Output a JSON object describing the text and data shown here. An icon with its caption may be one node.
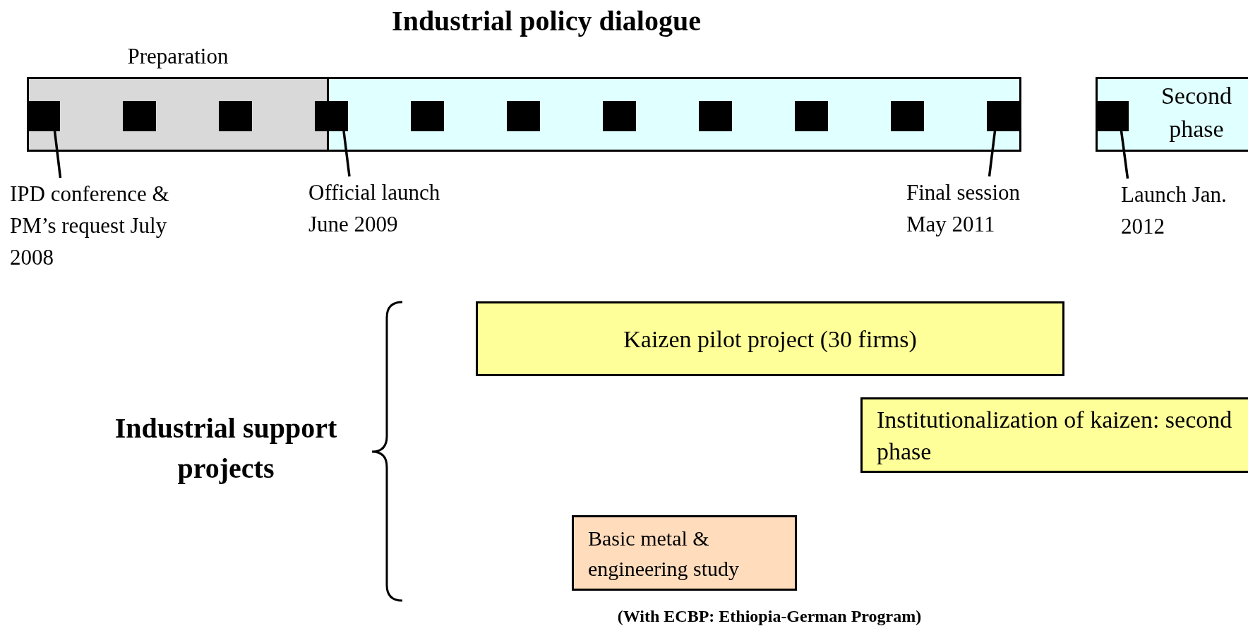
{
  "diagram": {
    "title": "Industrial policy dialogue",
    "nodes": [
      {
        "text": [
          "Preparation"
        ]
      },
      {
        "text": [],
        "shape": "bar"
      },
      {
        "text": [
          "Second phase"
        ]
      },
      {
        "text": [],
        "shape": "box",
        "in": 0
      },
      {
        "text": [],
        "shape": "box",
        "in": 0
      },
      {
        "text": [],
        "shape": "box",
        "in": 0
      },
      {
        "text": [],
        "shape": "box"
      },
      {
        "text": [],
        "shape": "box",
        "in": 1
      },
      {
        "text": [],
        "shape": "box",
        "in": 1
      },
      {
        "text": [],
        "shape": "box",
        "in": 1
      },
      {
        "text": [],
        "shape": "box",
        "in": 1
      },
      {
        "text": [],
        "shape": "box",
        "in": 1
      },
      {
        "text": [],
        "shape": "box",
        "in": 1
      },
      {
        "text": [],
        "shape": "box",
        "in": 1
      },
      {
        "text": [],
        "shape": "box",
        "in": 2
      },
      {
        "text": [
          "IPD conference & PM’s request July 2008"
        ]
      },
      {
        "text": [
          "Official launch June 2009"
        ]
      },
      {
        "text": [
          "Final session May 2011"
        ]
      },
      {
        "text": [
          "Launch Jan. 2012"
        ]
      },
      {
        "text": [
          "Kaizen pilot project (30 firms)"
        ]
      },
      {
        "text": [
          "Institutionalization of kaizen: second phase"
        ]
      },
      {
        "text": [
          "Basic metal & engineering study"
        ]
      }
    ],
    "edges": [
      {
        "from": 15,
        "to": 3,
        "arrow": "none"
      },
      {
        "from": 16,
        "to": 6,
        "arrow": "none"
      },
      {
        "from": 17,
        "to": 13,
        "arrow": "none"
      },
      {
        "from": 18,
        "to": 14,
        "arrow": "none"
      }
    ],
    "labels": [
      "Industrial support projects",
      "(With ECBP: Ethiopia-German Program)"
    ]
  }
}
